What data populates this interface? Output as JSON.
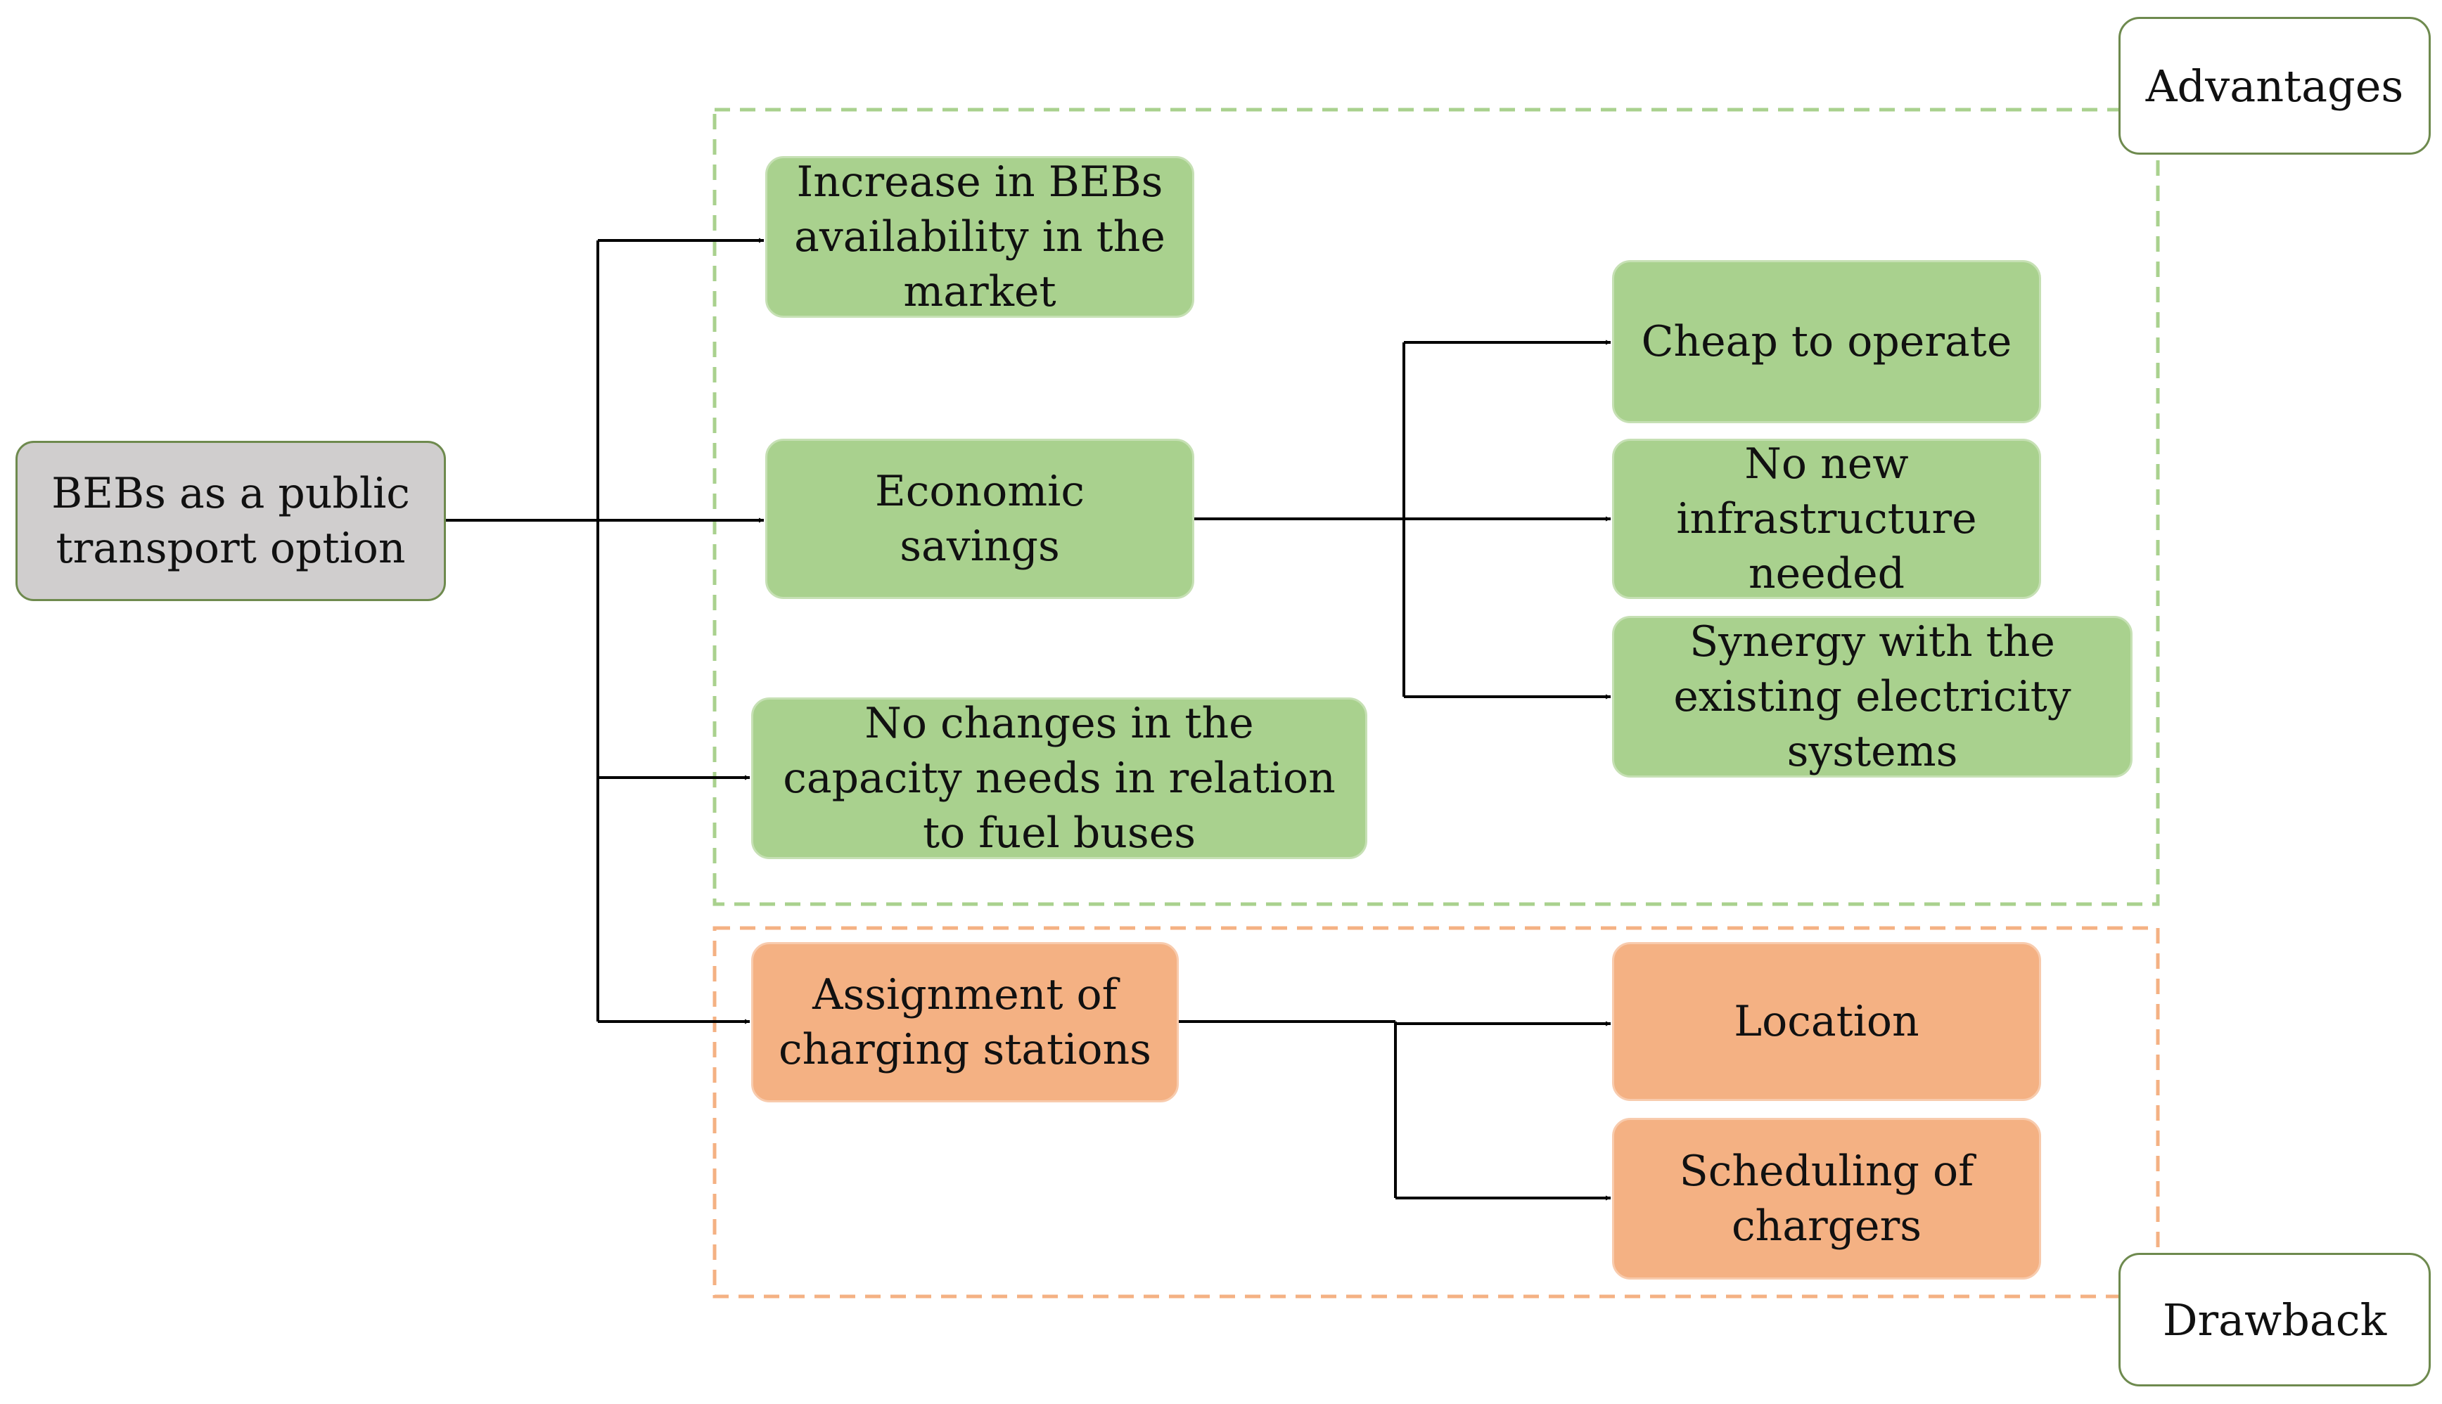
{
  "colors": {
    "root_fill": "#d0cece",
    "advantage_fill": "#a9d18e",
    "drawback_fill": "#f4b183",
    "advantage_border": "#a9d18e",
    "drawback_border": "#f4b183",
    "connector": "#000000"
  },
  "root": {
    "label": "BEBs as a public transport option"
  },
  "groups": {
    "advantages": {
      "label": "Advantages"
    },
    "drawback": {
      "label": "Drawback"
    }
  },
  "nodes": {
    "increase_availability": "Increase in BEBs availability in the market",
    "economic_savings": "Economic savings",
    "no_capacity_changes": "No changes in the capacity needs in relation to fuel buses",
    "cheap_to_operate": "Cheap to operate",
    "no_new_infrastructure": "No new infrastructure needed",
    "synergy_electricity": "Synergy with the existing electricity systems",
    "assignment_charging": "Assignment of charging stations",
    "location": "Location",
    "scheduling_chargers": "Scheduling of chargers"
  }
}
